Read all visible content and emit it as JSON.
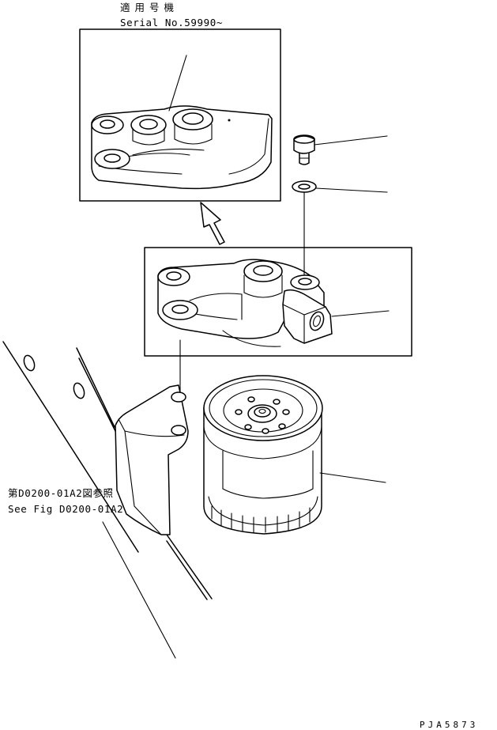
{
  "applicable_label": "適用号機",
  "serial_label": "Serial No.59990~",
  "reference_jp": "第D0200-01A2図参照",
  "reference_en": "See Fig D0200-01A2",
  "drawing_code": "PJA5873"
}
